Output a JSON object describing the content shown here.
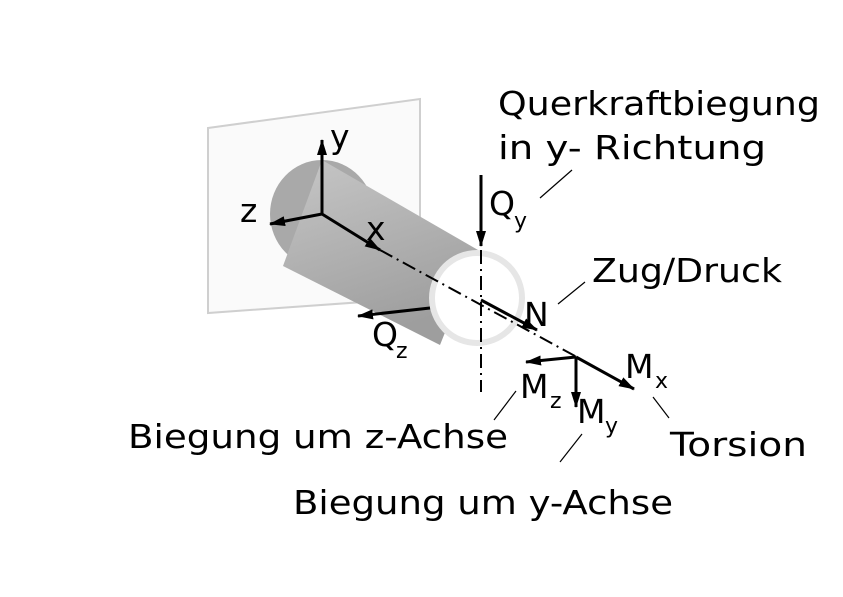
{
  "labels": {
    "title_line1": "Querkraftbiegung",
    "title_line2": "in y- Richtung",
    "axis_x": "x",
    "axis_y": "y",
    "axis_z": "z",
    "qy": "Q",
    "qy_sub": "y",
    "qz": "Q",
    "qz_sub": "z",
    "n": "N",
    "zug_druck": "Zug/Druck",
    "mx": "M",
    "mx_sub": "x",
    "my": "M",
    "my_sub": "y",
    "mz": "M",
    "mz_sub": "z",
    "biegung_z": "Biegung um z-Achse",
    "biegung_y": "Biegung um y-Achse",
    "torsion": "Torsion"
  },
  "colors": {
    "cylinder": "#a8a8a8",
    "cylinder_light": "#c4c4c4",
    "end_ring": "#e6e6e6",
    "wall": "#fafafa"
  }
}
